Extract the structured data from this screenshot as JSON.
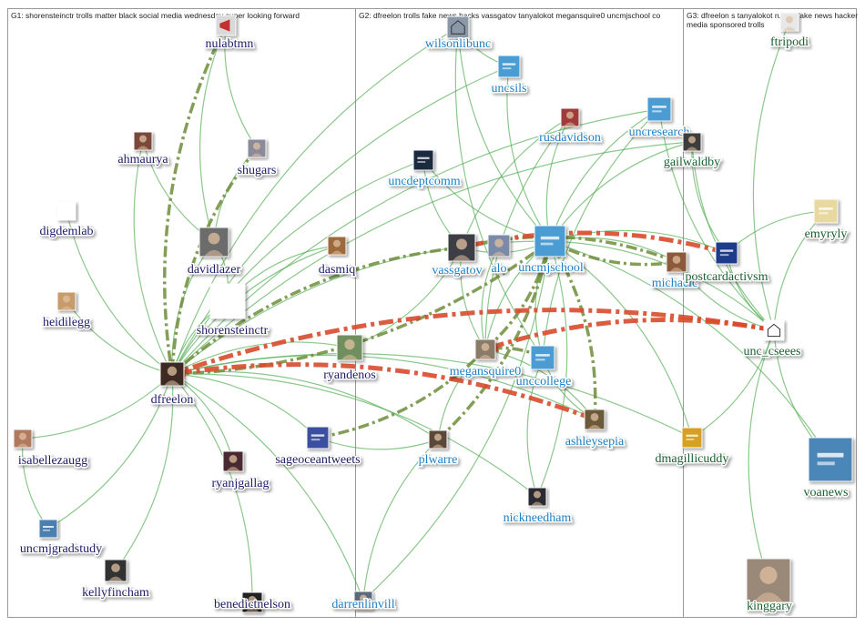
{
  "colors": {
    "g1": "#1a1a66",
    "g2": "#1a7fc4",
    "g3": "#17602e",
    "edge": "#4daa4d",
    "heavy_edge": "#d84a2c",
    "mid_edge": "#6e8d3a",
    "box": "#999999"
  },
  "groups": [
    {
      "id": "G1",
      "title": "G1: shorensteinctr trolls matter black social media wednesday super looking forward"
    },
    {
      "id": "G2",
      "title": "G2: dfreelon trolls fake news hacks vassgatov tanyalokot megansquire0 uncmjschool co"
    },
    {
      "id": "G3",
      "title": "G3: dfreelon s tanyalokot russia fake news hacker media sponsored trolls"
    }
  ],
  "nodes": [
    {
      "id": "nulabtmn",
      "label": "nulabtmn",
      "group": "g1",
      "icon": "megaphone-icon"
    },
    {
      "id": "ahmaurya",
      "label": "ahmaurya",
      "group": "g1",
      "icon": "avatar"
    },
    {
      "id": "shugars",
      "label": "shugars",
      "group": "g1",
      "icon": "avatar"
    },
    {
      "id": "digdemlab",
      "label": "digdemlab",
      "group": "g1",
      "icon": "logo-icon"
    },
    {
      "id": "davidlazer",
      "label": "davidlazer",
      "group": "g1",
      "icon": "avatar"
    },
    {
      "id": "dasmiq",
      "label": "dasmiq",
      "group": "g1",
      "icon": "avatar"
    },
    {
      "id": "shorensteinctr",
      "label": "shorensteinctr",
      "group": "g1",
      "icon": "logo-icon"
    },
    {
      "id": "heidilegg",
      "label": "heidilegg",
      "group": "g1",
      "icon": "avatar"
    },
    {
      "id": "ryandenos",
      "label": "ryandenos",
      "group": "g1",
      "icon": "avatar"
    },
    {
      "id": "dfreelon",
      "label": "dfreelon",
      "group": "g1",
      "icon": "avatar"
    },
    {
      "id": "isabellezaugg",
      "label": "isabellezaugg",
      "group": "g1",
      "icon": "avatar"
    },
    {
      "id": "sageoceantweets",
      "label": "sageoceantweets",
      "group": "g1",
      "icon": "logo-icon"
    },
    {
      "id": "ryanjgallag",
      "label": "ryanjgallag",
      "group": "g1",
      "icon": "avatar"
    },
    {
      "id": "uncmjgradstudy",
      "label": "uncmjgradstudy",
      "group": "g1",
      "icon": "logo-icon"
    },
    {
      "id": "kellyfincham",
      "label": "kellyfincham",
      "group": "g1",
      "icon": "avatar"
    },
    {
      "id": "benedictnelson",
      "label": "benedictnelson",
      "group": "g1",
      "icon": "avatar"
    },
    {
      "id": "wilsonlibunc",
      "label": "wilsonlibunc",
      "group": "g2",
      "icon": "building-icon"
    },
    {
      "id": "uncsils",
      "label": "uncsils",
      "group": "g2",
      "icon": "logo-icon"
    },
    {
      "id": "rusdavidson",
      "label": "rusdavidson",
      "group": "g2",
      "icon": "avatar"
    },
    {
      "id": "uncresearch",
      "label": "uncresearch",
      "group": "g2",
      "icon": "logo-icon"
    },
    {
      "id": "uncdeptcomm",
      "label": "uncdeptcomm",
      "group": "g2",
      "icon": "logo-icon"
    },
    {
      "id": "vassgatov",
      "label": "vassgatov",
      "group": "g2",
      "icon": "avatar"
    },
    {
      "id": "tanyalokot",
      "label": "alo",
      "group": "g2",
      "icon": "avatar"
    },
    {
      "id": "uncmjschool",
      "label": "uncmjschool",
      "group": "g2",
      "icon": "logo-icon"
    },
    {
      "id": "michaelcccclb",
      "label": "michaelc",
      "group": "g2",
      "icon": "avatar"
    },
    {
      "id": "megansquire0",
      "label": "megansquire0",
      "group": "g2",
      "icon": "avatar"
    },
    {
      "id": "unccollege",
      "label": "unccollege",
      "group": "g2",
      "icon": "logo-icon"
    },
    {
      "id": "ashleysepia",
      "label": "ashleysepia",
      "group": "g2",
      "icon": "avatar"
    },
    {
      "id": "plwarre",
      "label": "plwarre",
      "group": "g2",
      "icon": "avatar"
    },
    {
      "id": "nickneedham",
      "label": "nickneedham",
      "group": "g2",
      "icon": "avatar"
    },
    {
      "id": "darrenlinvill",
      "label": "darrenlinvill",
      "group": "g2",
      "icon": "avatar"
    },
    {
      "id": "ftripodi",
      "label": "ftripodi",
      "group": "g3",
      "icon": "avatar"
    },
    {
      "id": "gailwaldby",
      "label": "gailwaldby",
      "group": "g3",
      "icon": "avatar"
    },
    {
      "id": "emyryly",
      "label": "emyryly",
      "group": "g3",
      "icon": "logo-icon"
    },
    {
      "id": "postcardactivsm",
      "label": "postcardactivsm",
      "group": "g3",
      "icon": "logo-icon"
    },
    {
      "id": "unc_cseees",
      "label": "unc_cseees",
      "group": "g3",
      "icon": "building-icon"
    },
    {
      "id": "dmagillicuddy",
      "label": "dmagillicuddy",
      "group": "g3",
      "icon": "logo-icon"
    },
    {
      "id": "voanews",
      "label": "voanews",
      "group": "g3",
      "icon": "logo-icon"
    },
    {
      "id": "kinggary",
      "label": "kinggary",
      "group": "g3",
      "icon": "avatar"
    }
  ],
  "edges": [
    [
      "shorensteinctr",
      "dfreelon"
    ],
    [
      "davidlazer",
      "dfreelon"
    ],
    [
      "nulabtmn",
      "davidlazer"
    ],
    [
      "shugars",
      "davidlazer"
    ],
    [
      "ahmaurya",
      "dfreelon"
    ],
    [
      "digdemlab",
      "dfreelon"
    ],
    [
      "heidilegg",
      "dfreelon"
    ],
    [
      "dasmiq",
      "dfreelon"
    ],
    [
      "ryandenos",
      "dfreelon"
    ],
    [
      "isabellezaugg",
      "dfreelon"
    ],
    [
      "ryanjgallag",
      "dfreelon"
    ],
    [
      "sageoceantweets",
      "dfreelon"
    ],
    [
      "uncmjgradstudy",
      "dfreelon"
    ],
    [
      "kellyfincham",
      "dfreelon"
    ],
    [
      "benedictnelson",
      "dfreelon"
    ],
    [
      "isabellezaugg",
      "uncmjgradstudy"
    ],
    [
      "nulabtmn",
      "shugars"
    ],
    [
      "ahmaurya",
      "davidlazer"
    ],
    [
      "shorensteinctr",
      "davidlazer"
    ],
    [
      "dasmiq",
      "shorensteinctr"
    ],
    [
      "wilsonlibunc",
      "uncmjschool"
    ],
    [
      "uncsils",
      "uncmjschool"
    ],
    [
      "rusdavidson",
      "uncmjschool"
    ],
    [
      "uncresearch",
      "uncmjschool"
    ],
    [
      "uncdeptcomm",
      "uncmjschool"
    ],
    [
      "vassgatov",
      "uncmjschool"
    ],
    [
      "tanyalokot",
      "megansquire0"
    ],
    [
      "uncmjschool",
      "unccollege"
    ],
    [
      "uncmjschool",
      "megansquire0"
    ],
    [
      "vassgatov",
      "megansquire0"
    ],
    [
      "megansquire0",
      "plwarre"
    ],
    [
      "unccollege",
      "ashleysepia"
    ],
    [
      "unccollege",
      "nickneedham"
    ],
    [
      "plwarre",
      "darrenlinvill"
    ],
    [
      "wilsonlibunc",
      "uncsils"
    ],
    [
      "wilsonlibunc",
      "unccollege"
    ],
    [
      "uncdeptcomm",
      "vassgatov"
    ],
    [
      "rusdavidson",
      "vassgatov"
    ],
    [
      "uncresearch",
      "unccollege"
    ],
    [
      "michaelcccclb",
      "uncmjschool"
    ],
    [
      "ashleysepia",
      "megansquire0"
    ],
    [
      "nickneedham",
      "uncmjschool"
    ],
    [
      "darrenlinvill",
      "uncmjschool"
    ],
    [
      "gailwaldby",
      "postcardactivsm"
    ],
    [
      "emyryly",
      "postcardactivsm"
    ],
    [
      "postcardactivsm",
      "unc_cseees"
    ],
    [
      "ftripodi",
      "unc_cseees"
    ],
    [
      "unc_cseees",
      "voanews"
    ],
    [
      "unc_cseees",
      "kinggary"
    ],
    [
      "dmagillicuddy",
      "unc_cseees"
    ],
    [
      "gailwaldby",
      "unc_cseees"
    ],
    [
      "emyryly",
      "unc_cseees"
    ],
    [
      "gailwaldby",
      "uncmjschool"
    ],
    [
      "postcardactivsm",
      "uncmjschool"
    ],
    [
      "unc_cseees",
      "uncmjschool"
    ],
    [
      "uncresearch",
      "unc_cseees"
    ],
    [
      "michaelcccclb",
      "unc_cseees"
    ],
    [
      "voanews",
      "uncmjschool"
    ],
    [
      "dmagillicuddy",
      "uncmjschool"
    ],
    [
      "wilsonlibunc",
      "dfreelon"
    ],
    [
      "uncdeptcomm",
      "dfreelon"
    ],
    [
      "plwarre",
      "dfreelon"
    ],
    [
      "nickneedham",
      "dfreelon"
    ],
    [
      "darrenlinvill",
      "dfreelon"
    ],
    [
      "dmagillicuddy",
      "dfreelon"
    ],
    [
      "ashleysepia",
      "dfreelon"
    ],
    [
      "uncsils",
      "dfreelon"
    ],
    [
      "uncmjschool",
      "dfreelon"
    ],
    [
      "rusdavidson",
      "megansquire0"
    ],
    [
      "sageoceantweets",
      "plwarre"
    ],
    [
      "ryandenos",
      "vassgatov"
    ],
    [
      "uncresearch",
      "dfreelon"
    ],
    [
      "gailwaldby",
      "dfreelon"
    ]
  ],
  "heavy_edges": [
    [
      "unc_cseees",
      "dfreelon"
    ],
    [
      "ashleysepia",
      "dfreelon"
    ],
    [
      "unc_cseees",
      "megansquire0"
    ],
    [
      "postcardactivsm",
      "vassgatov"
    ]
  ],
  "mid_edges": [
    [
      "dfreelon",
      "uncmjschool"
    ],
    [
      "vassgatov",
      "dfreelon"
    ],
    [
      "michaelcccclb",
      "vassgatov"
    ],
    [
      "uncmjschool",
      "michaelcccclb"
    ],
    [
      "nulabtmn",
      "dfreelon"
    ],
    [
      "shugars",
      "dfreelon"
    ],
    [
      "sageoceantweets",
      "megansquire0"
    ],
    [
      "ashleysepia",
      "uncmjschool"
    ],
    [
      "plwarre",
      "uncmjschool"
    ],
    [
      "unccollege",
      "megansquire0"
    ],
    [
      "megansquire0",
      "uncmjschool"
    ]
  ]
}
